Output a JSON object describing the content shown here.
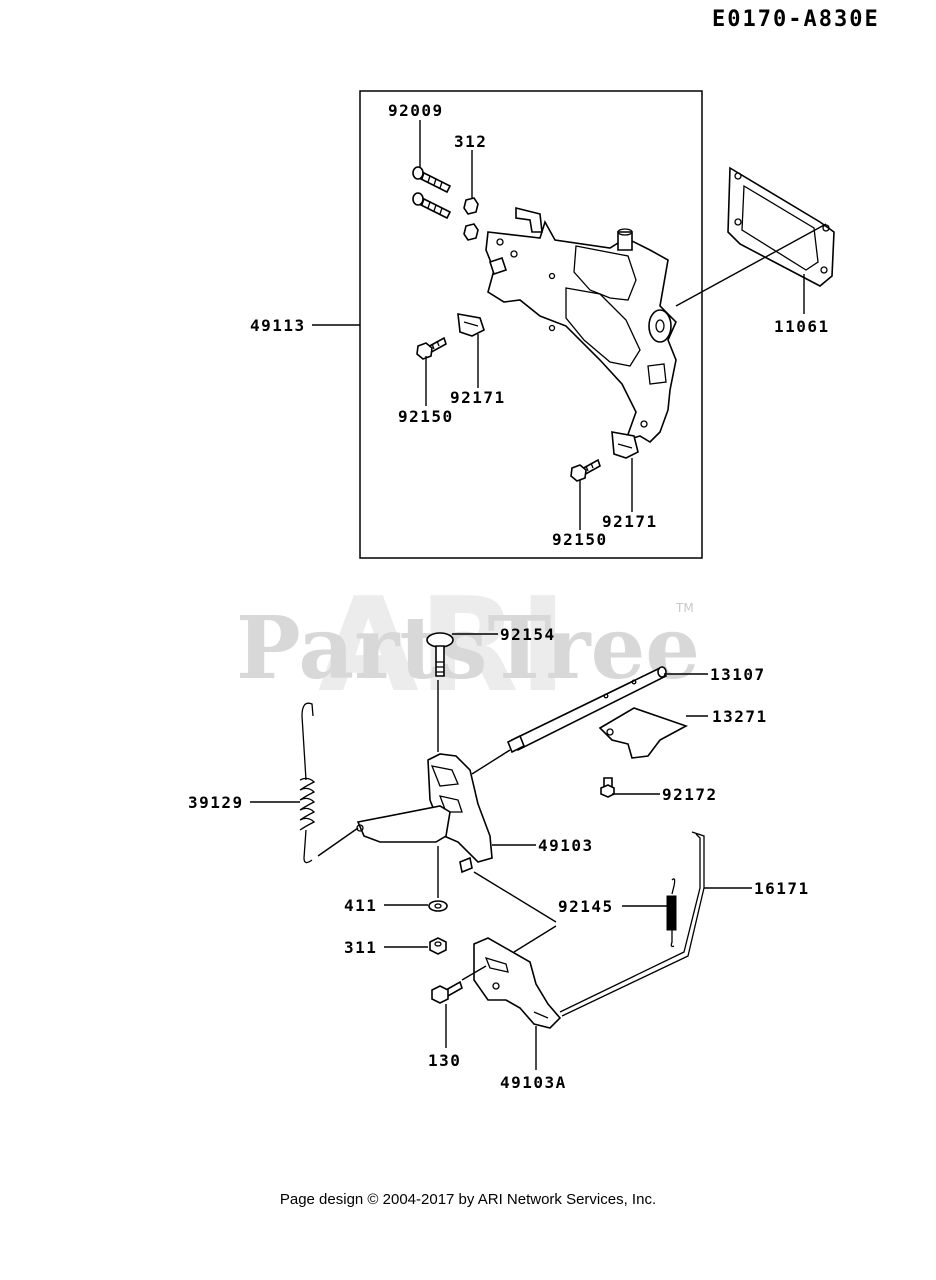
{
  "header": {
    "diagram_code": "E0170-A830E"
  },
  "watermark": {
    "brand": "PartsTree",
    "logo_text": "ARI",
    "trademark": "TM"
  },
  "callouts": {
    "p92009": "92009",
    "p312": "312",
    "p49113": "49113",
    "p11061": "11061",
    "p92171a": "92171",
    "p92150a": "92150",
    "p92171b": "92171",
    "p92150b": "92150",
    "p92154": "92154",
    "p13107": "13107",
    "p13271": "13271",
    "p39129": "39129",
    "p92172": "92172",
    "p49103": "49103",
    "p16171": "16171",
    "p411": "411",
    "p92145": "92145",
    "p311": "311",
    "p130": "130",
    "p49103A": "49103A"
  },
  "footer": {
    "copyright": "Page design © 2004-2017 by ARI Network Services, Inc."
  }
}
